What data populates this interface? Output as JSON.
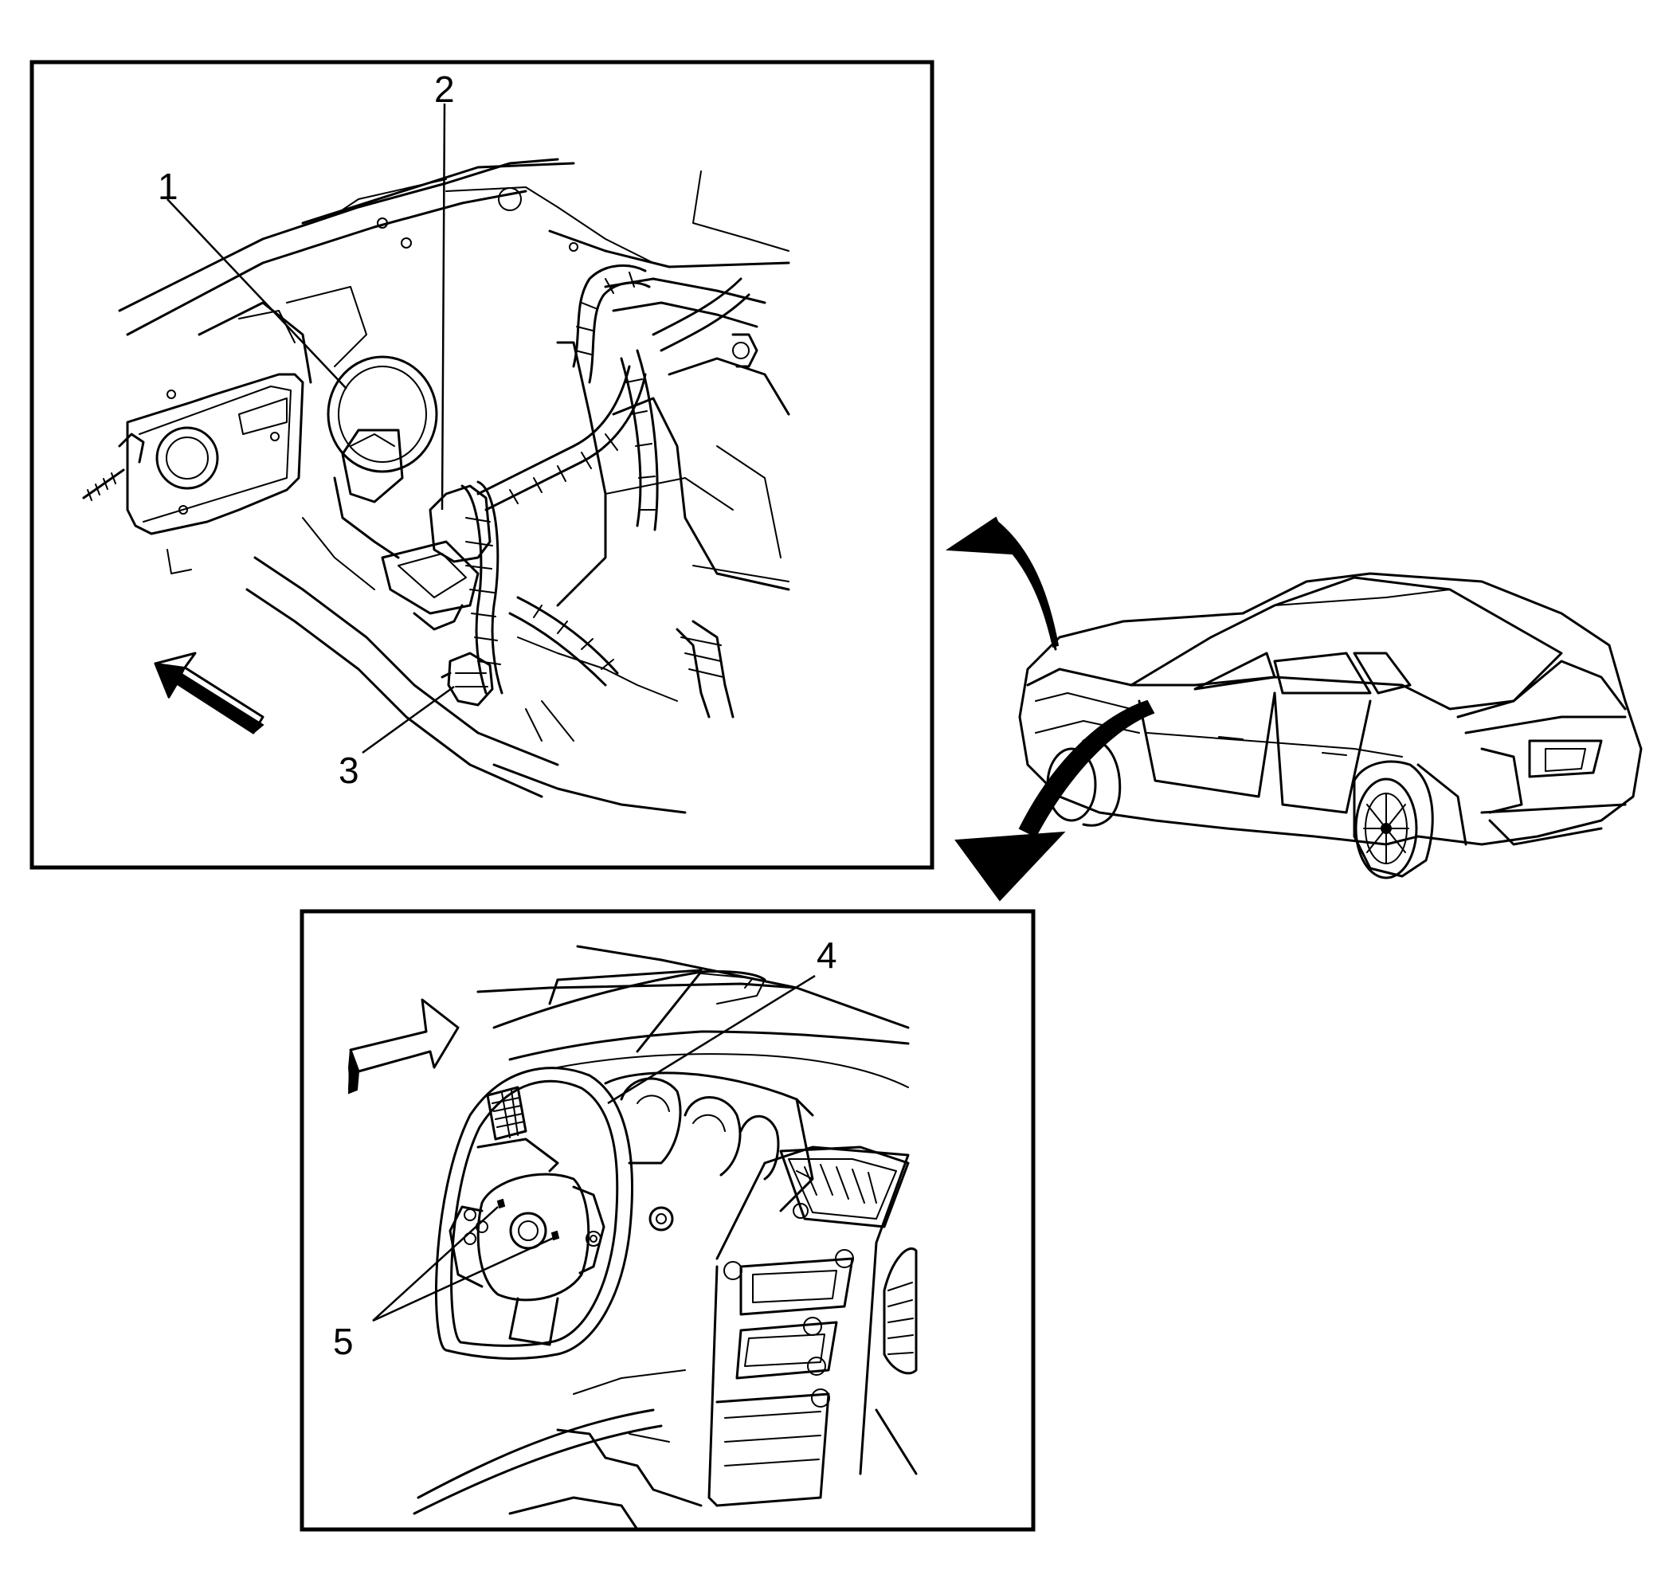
{
  "callouts": {
    "c1": "1",
    "c2": "2",
    "c3": "3",
    "c4": "4",
    "c5": "5"
  },
  "colors": {
    "ink": "#000000",
    "paper": "#ffffff"
  },
  "icons": {
    "view_direction_top": "view-direction-arrow",
    "view_direction_bottom": "view-direction-arrow",
    "location_arrows": "curved-pointer-arrow"
  }
}
